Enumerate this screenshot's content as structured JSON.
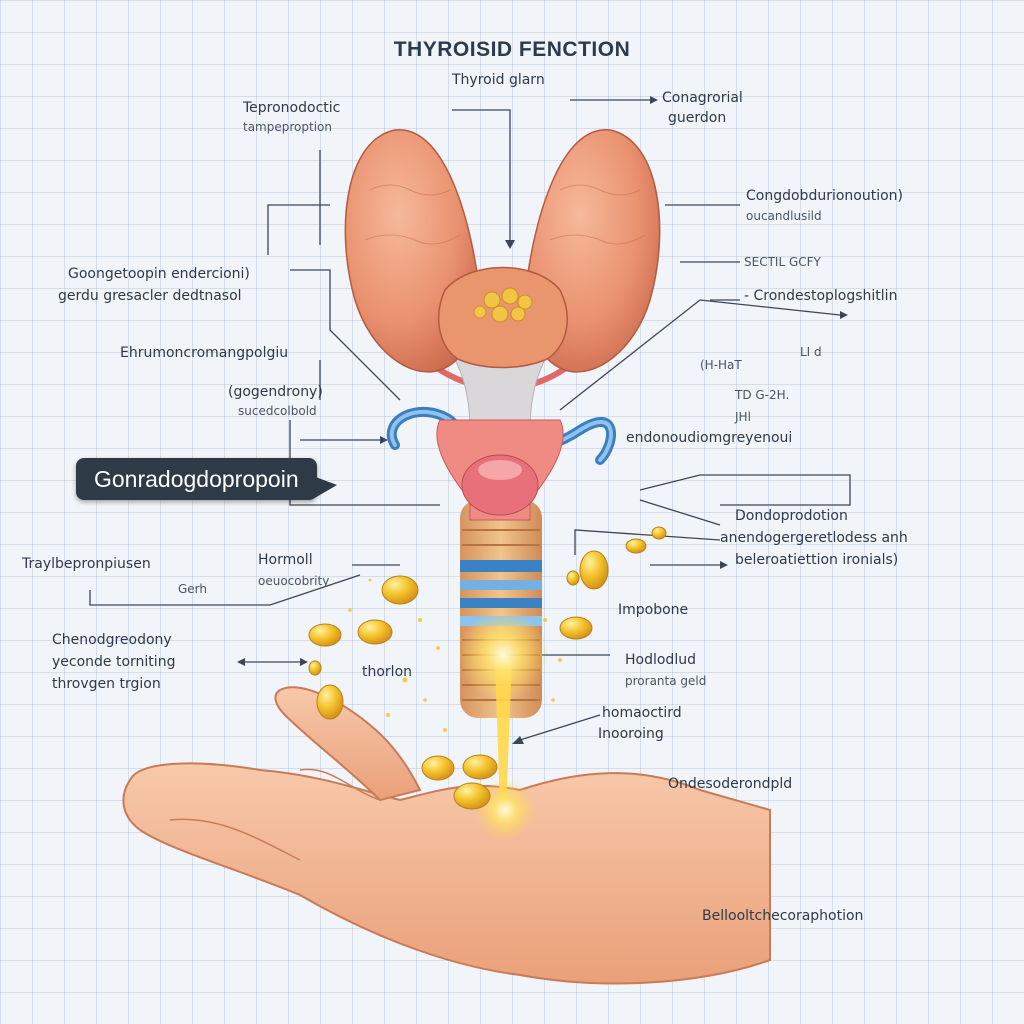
{
  "title": "THYROISID FENCTION",
  "callout": "Gonradogdopropoin",
  "labels": {
    "thyroid_glarn": "Thyroid glarn",
    "tepronodoctic_1": "Tepronodoctic",
    "tepronodoctic_2": "tampeproption",
    "conagrorial_1": "Conagrorial",
    "conagrorial_2": "guerdon",
    "condgdobdur_1": "Congdobdurionoution)",
    "condgdobdur_2": "oucandlusild",
    "small_right_1": "SECTIL GCFY",
    "crondestop": "- Crondestoplogshitlin",
    "gonagetoopin_1": "Goongetoopin endercioni)",
    "gonagetoopin_2": "gerdu gresacler dedtnasol",
    "ehrumon": "Ehrumoncromangpolgiu",
    "gogendrony_1": "(gogendrony)",
    "gogendrony_2": "sucedcolbold",
    "right_mid_a": "(H-HaT",
    "right_mid_b": "LI d",
    "right_mid_c": "TD G-2H.",
    "right_mid_d": "JHl",
    "endonom": "endonoudiomgreyenoui",
    "dondopedo_1": "Dondoprodotion",
    "dondopedo_2": "anendogergeretlodess anh",
    "dondopedo_3": "beleroatiettion ironials)",
    "trayle": "Traylbepronpiusen",
    "trayle_small": "Gerh",
    "hormoll_1": "Hormoll",
    "hormoll_2": "oeuocobrity",
    "chenodo_1": "Chenodgreodony",
    "chenodo_2": "yeconde torniting",
    "chenodo_3": "throvgen trgion",
    "thorion": "thorlon",
    "impobone": "Impobone",
    "hodlodud_1": "Hodlodlud",
    "hodlodud_2": "proranta geld",
    "homaoctd_1": "homaoctird",
    "homaoctd_2": "Inooroing",
    "ondesoder": "Ondesoderondpld",
    "bellooo": "Bellooltchecoraphotion"
  }
}
